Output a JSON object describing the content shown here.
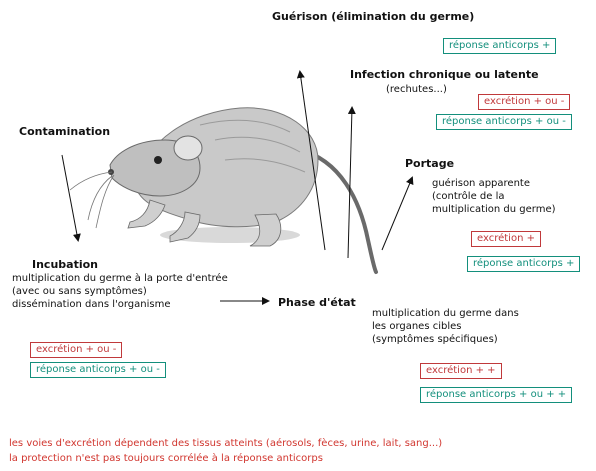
{
  "colors": {
    "red": "#c0393b",
    "teal": "#138f7c",
    "note_red": "#d1362f"
  },
  "titles": {
    "guerison": "Guérison (élimination du germe)",
    "chronique": "Infection chronique ou latente",
    "contamination": "Contamination",
    "portage": "Portage",
    "incubation": "Incubation",
    "phase_etat": "Phase d'état"
  },
  "texts": {
    "rechutes": "(rechutes...)",
    "portage_1": "guérison apparente",
    "portage_2": "(contrôle de la",
    "portage_3": "multiplication du germe)",
    "incubation_1": "multiplication du germe à la porte d'entrée",
    "incubation_2": "(avec ou sans symptômes)",
    "incubation_3": "dissémination dans l'organisme",
    "etat_1": "multiplication du germe dans",
    "etat_2": "les organes cibles",
    "etat_3": "(symptômes spécifiques)"
  },
  "boxes": {
    "guerison_anticorps": "réponse anticorps +",
    "chronique_excretion": "excrétion + ou -",
    "chronique_anticorps": "réponse anticorps + ou -",
    "portage_excretion": "excrétion +",
    "portage_anticorps": "réponse anticorps +",
    "incubation_excretion": "excrétion + ou -",
    "incubation_anticorps": "réponse anticorps + ou -",
    "etat_excretion": "excrétion + +",
    "etat_anticorps": "réponse anticorps + ou + +"
  },
  "notes": {
    "line1": "les voies d'excrétion dépendent des tissus atteints (aérosols, fèces, urine, lait, sang...)",
    "line2": "la protection n'est pas toujours corrélée à la réponse anticorps"
  },
  "icons": [
    "rat-illustration"
  ]
}
